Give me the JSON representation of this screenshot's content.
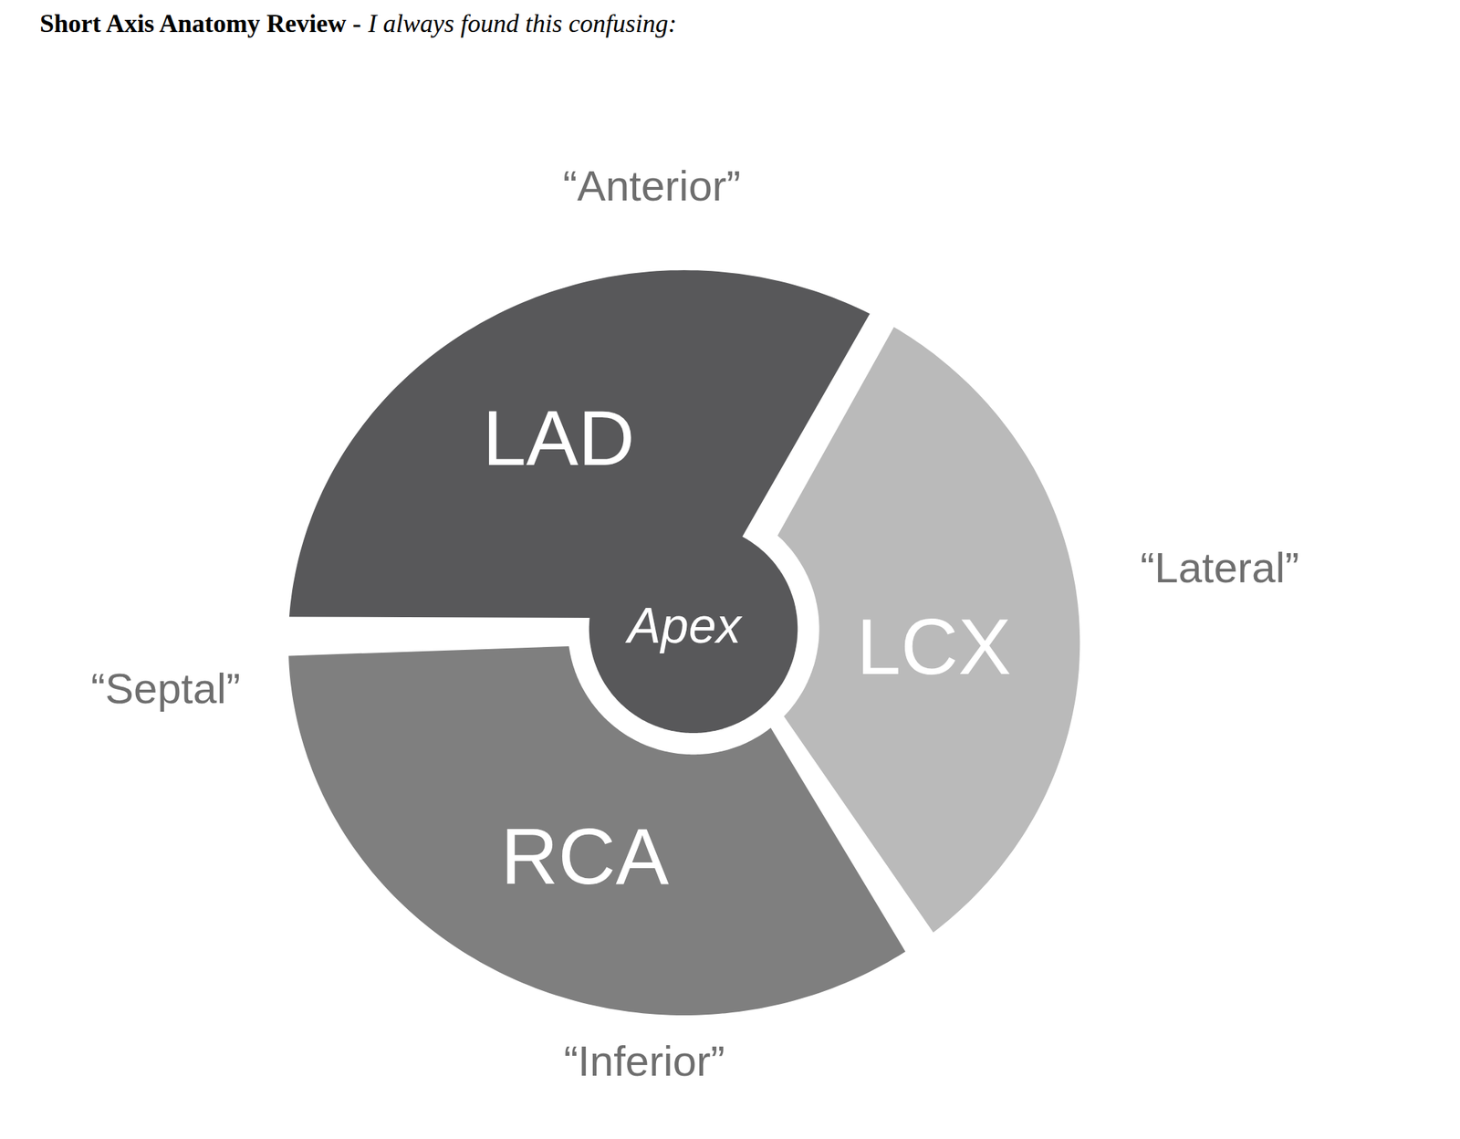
{
  "diagram": {
    "title": "Short Axis Anatomy Review -",
    "nodes": [
      {
        "text": [
          "LAD",
          "Apex"
        ]
      },
      {
        "text": [
          "LCX"
        ]
      },
      {
        "text": [
          "RCA"
        ]
      }
    ],
    "labels": [
      "I always found this confusing:",
      "“Anterior”",
      "“Lateral”",
      "“Septal”",
      "“Inferior”"
    ]
  }
}
